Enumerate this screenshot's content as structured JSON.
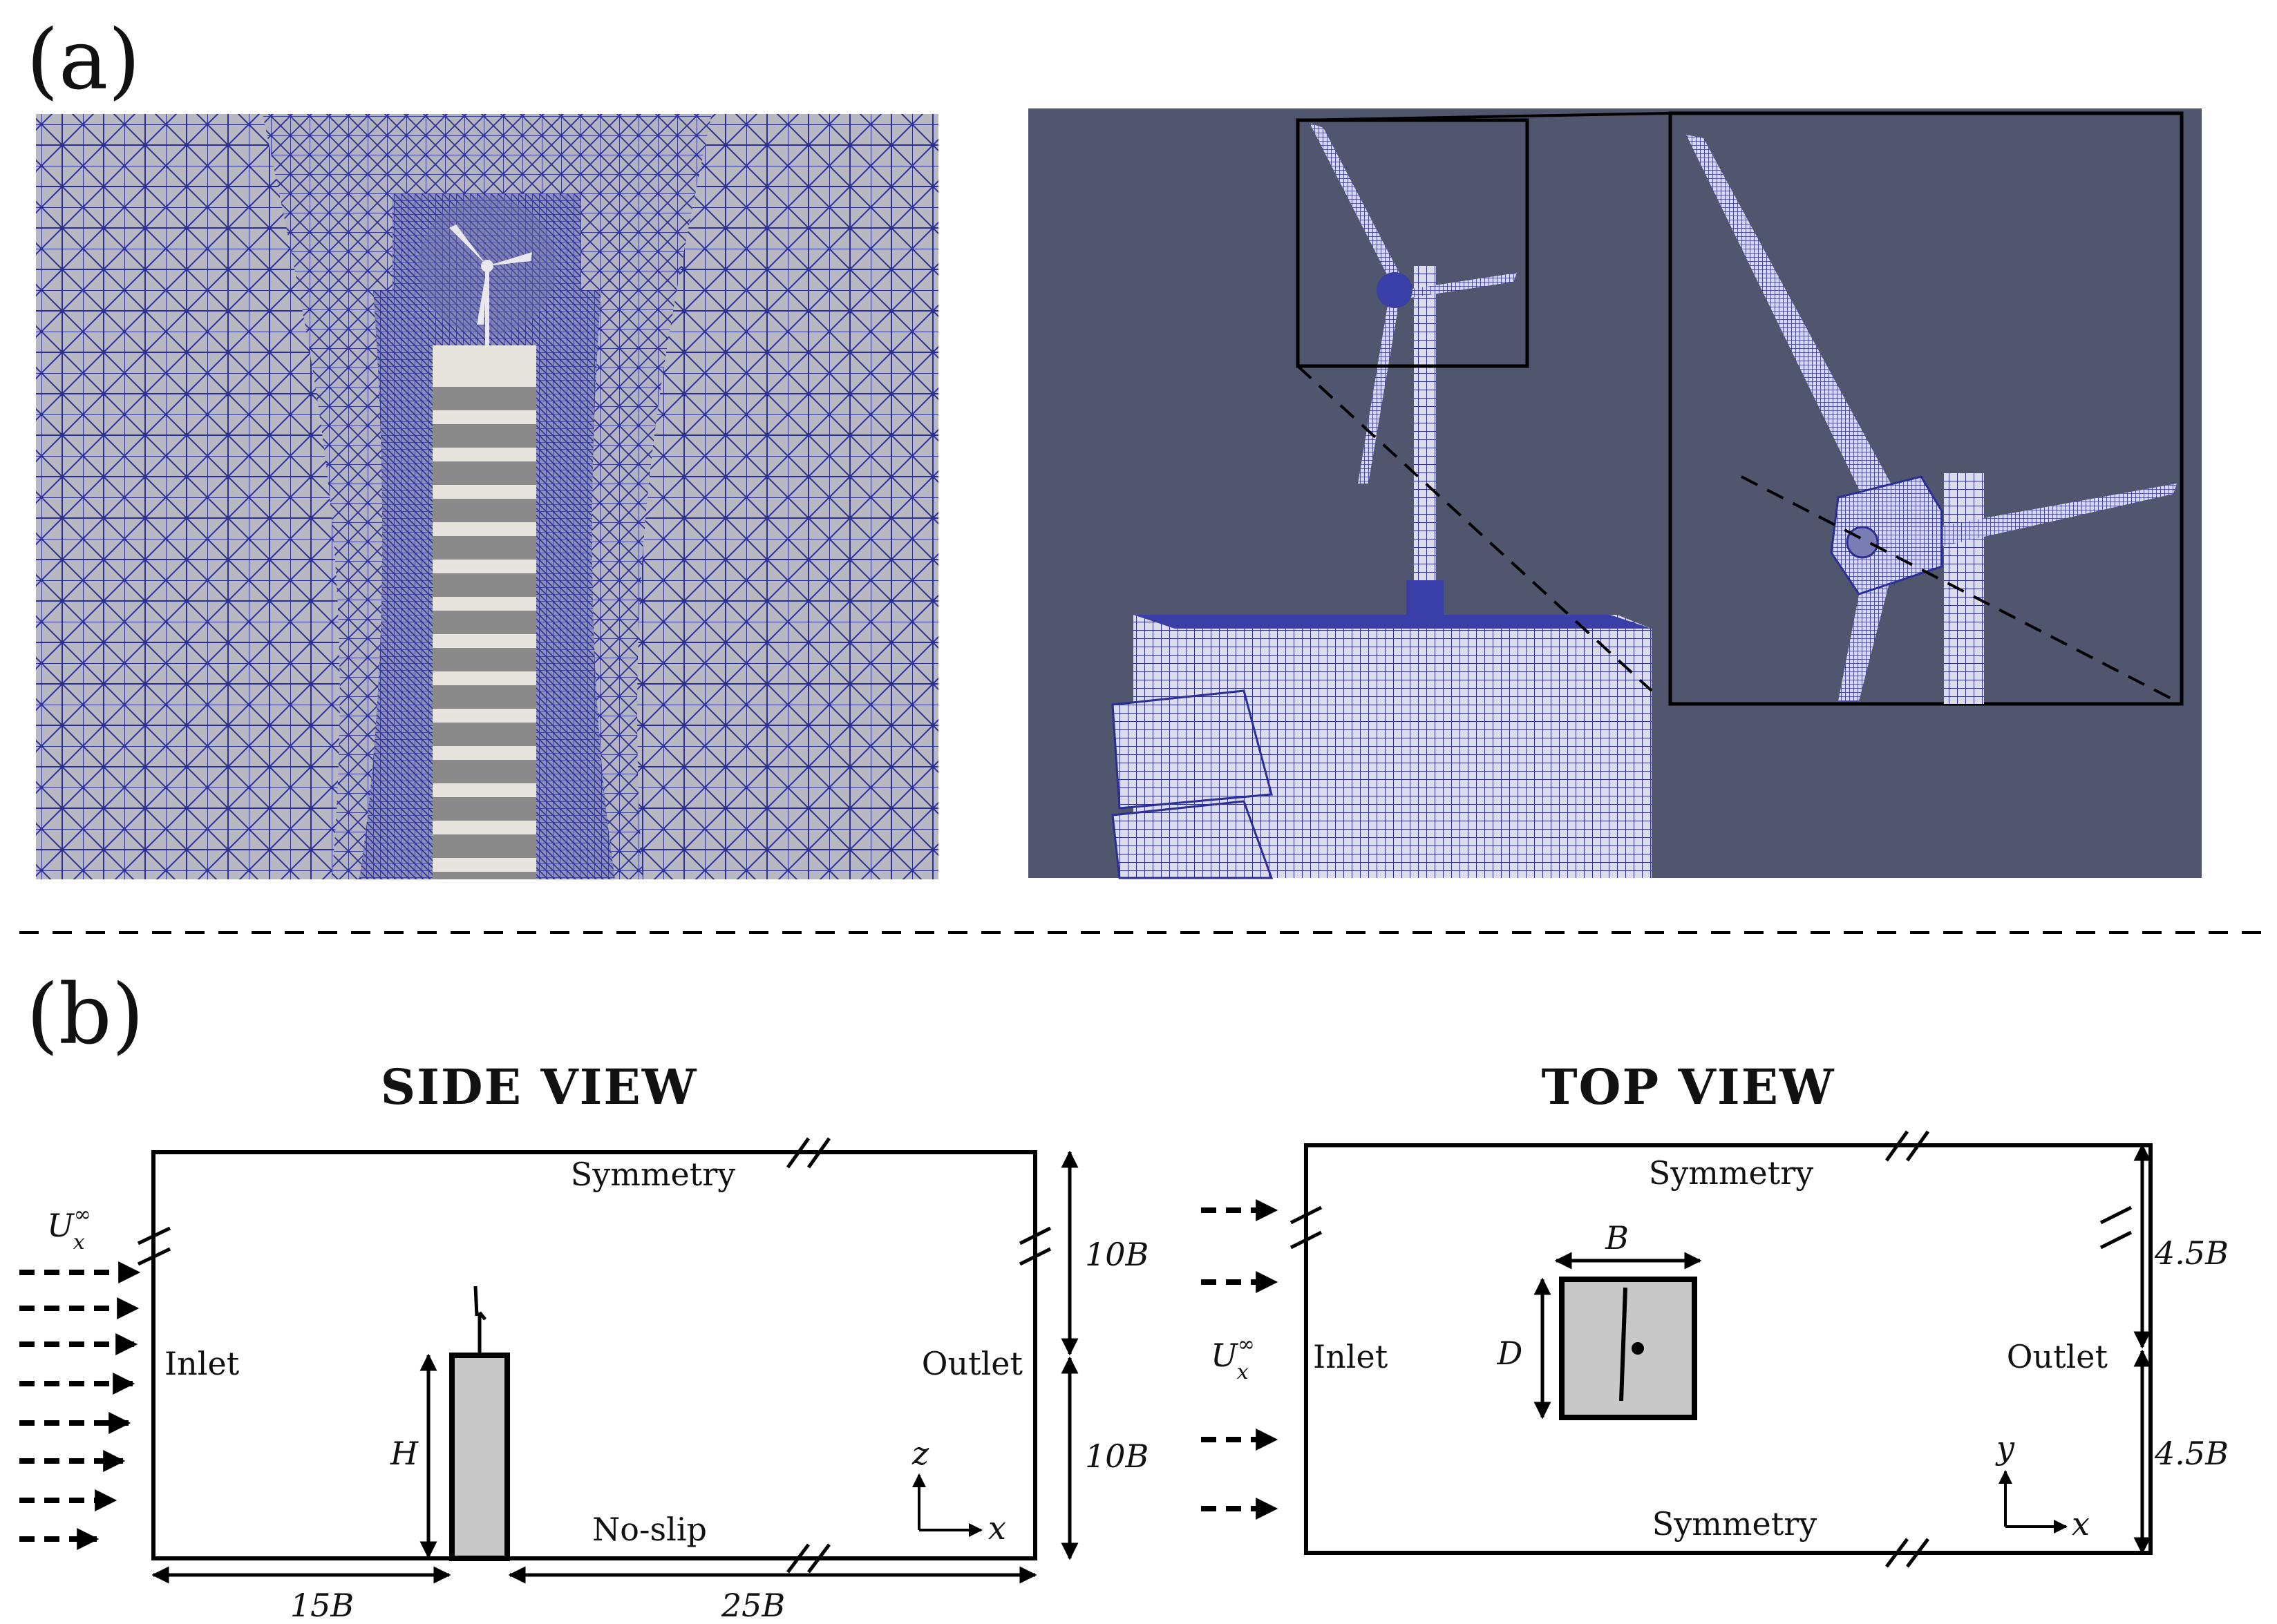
{
  "panel_a": {
    "label": "(a)"
  },
  "panel_b": {
    "label": "(b)"
  },
  "side_view": {
    "title": "SIDE VIEW",
    "top": "Symmetry",
    "bottom": "No-slip",
    "inlet": "Inlet",
    "outlet": "Outlet",
    "velocity_U": "U",
    "velocity_sup": "∞",
    "velocity_sub": "x",
    "height": "H",
    "dim_upper": "10B",
    "dim_lower": "10B",
    "dim_upstream": "15B",
    "dim_downstream": "25B",
    "axis_vertical": "z",
    "axis_horizontal": "x"
  },
  "top_view": {
    "title": "TOP VIEW",
    "top": "Symmetry",
    "bottom": "Symmetry",
    "inlet": "Inlet",
    "outlet": "Outlet",
    "velocity_U": "U",
    "velocity_sup": "∞",
    "velocity_sub": "x",
    "width": "B",
    "depth": "D",
    "dim_upper": "4.5B",
    "dim_lower": "4.5B",
    "axis_vertical": "y",
    "axis_horizontal": "x"
  },
  "colors": {
    "mesh_line": "#2b2e94",
    "mesh_bg": "#b8b8c2",
    "render_bg": "#50566e",
    "building_fill": "#c8c8c8"
  }
}
